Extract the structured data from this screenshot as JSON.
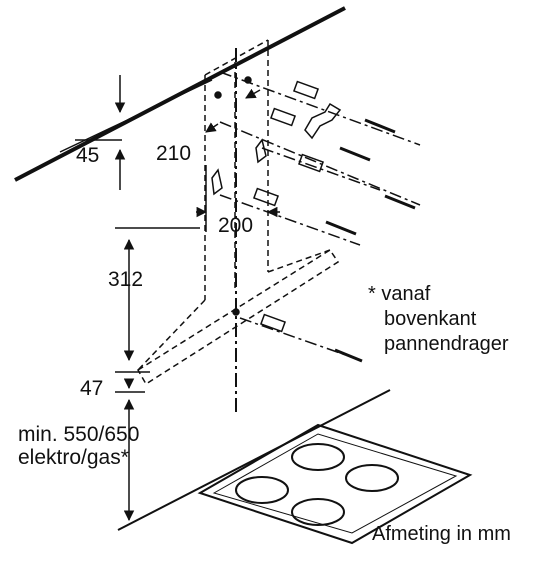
{
  "dimensions": {
    "ceiling_offset": "45",
    "bracket_spacing": "210",
    "hole_spacing": "200",
    "hood_height": "312",
    "lower_offset": "47",
    "min_height_line1": "min. 550/650",
    "min_height_line2": "elektro/gas*"
  },
  "footnote": {
    "line1": "* vanaf",
    "line2": "bovenkant",
    "line3": "pannendrager"
  },
  "unit_caption": "Afmeting in mm",
  "colors": {
    "ink": "#111111",
    "background": "#ffffff"
  }
}
